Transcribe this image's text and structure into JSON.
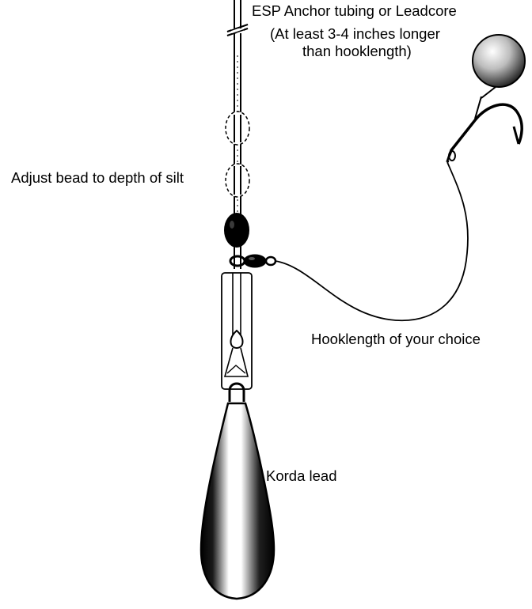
{
  "labels": {
    "tubing": "ESP Anchor tubing or Leadcore",
    "tubing_note_line1": "(At least 3-4 inches longer",
    "tubing_note_line2": "than hooklength)",
    "bead": "Adjust bead to depth of silt",
    "hooklength": "Hooklength of your choice",
    "lead": "Korda lead"
  },
  "colors": {
    "ink": "#000000",
    "paper": "#ffffff"
  }
}
